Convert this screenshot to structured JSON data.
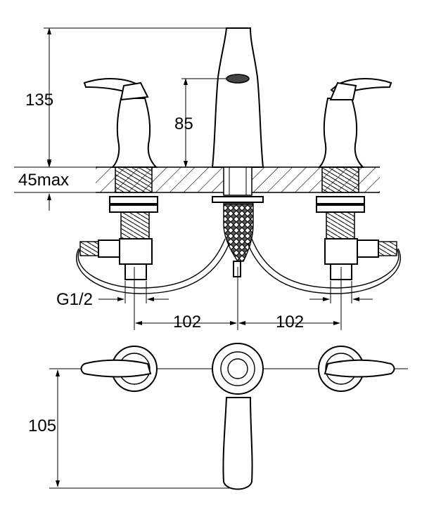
{
  "drawing": {
    "dimensions": {
      "overall_height": "135",
      "spout_height": "85",
      "deck_thickness": "45max",
      "inlet_thread": "G1/2",
      "left_spacing": "102",
      "right_spacing": "102",
      "plan_depth": "105"
    }
  }
}
